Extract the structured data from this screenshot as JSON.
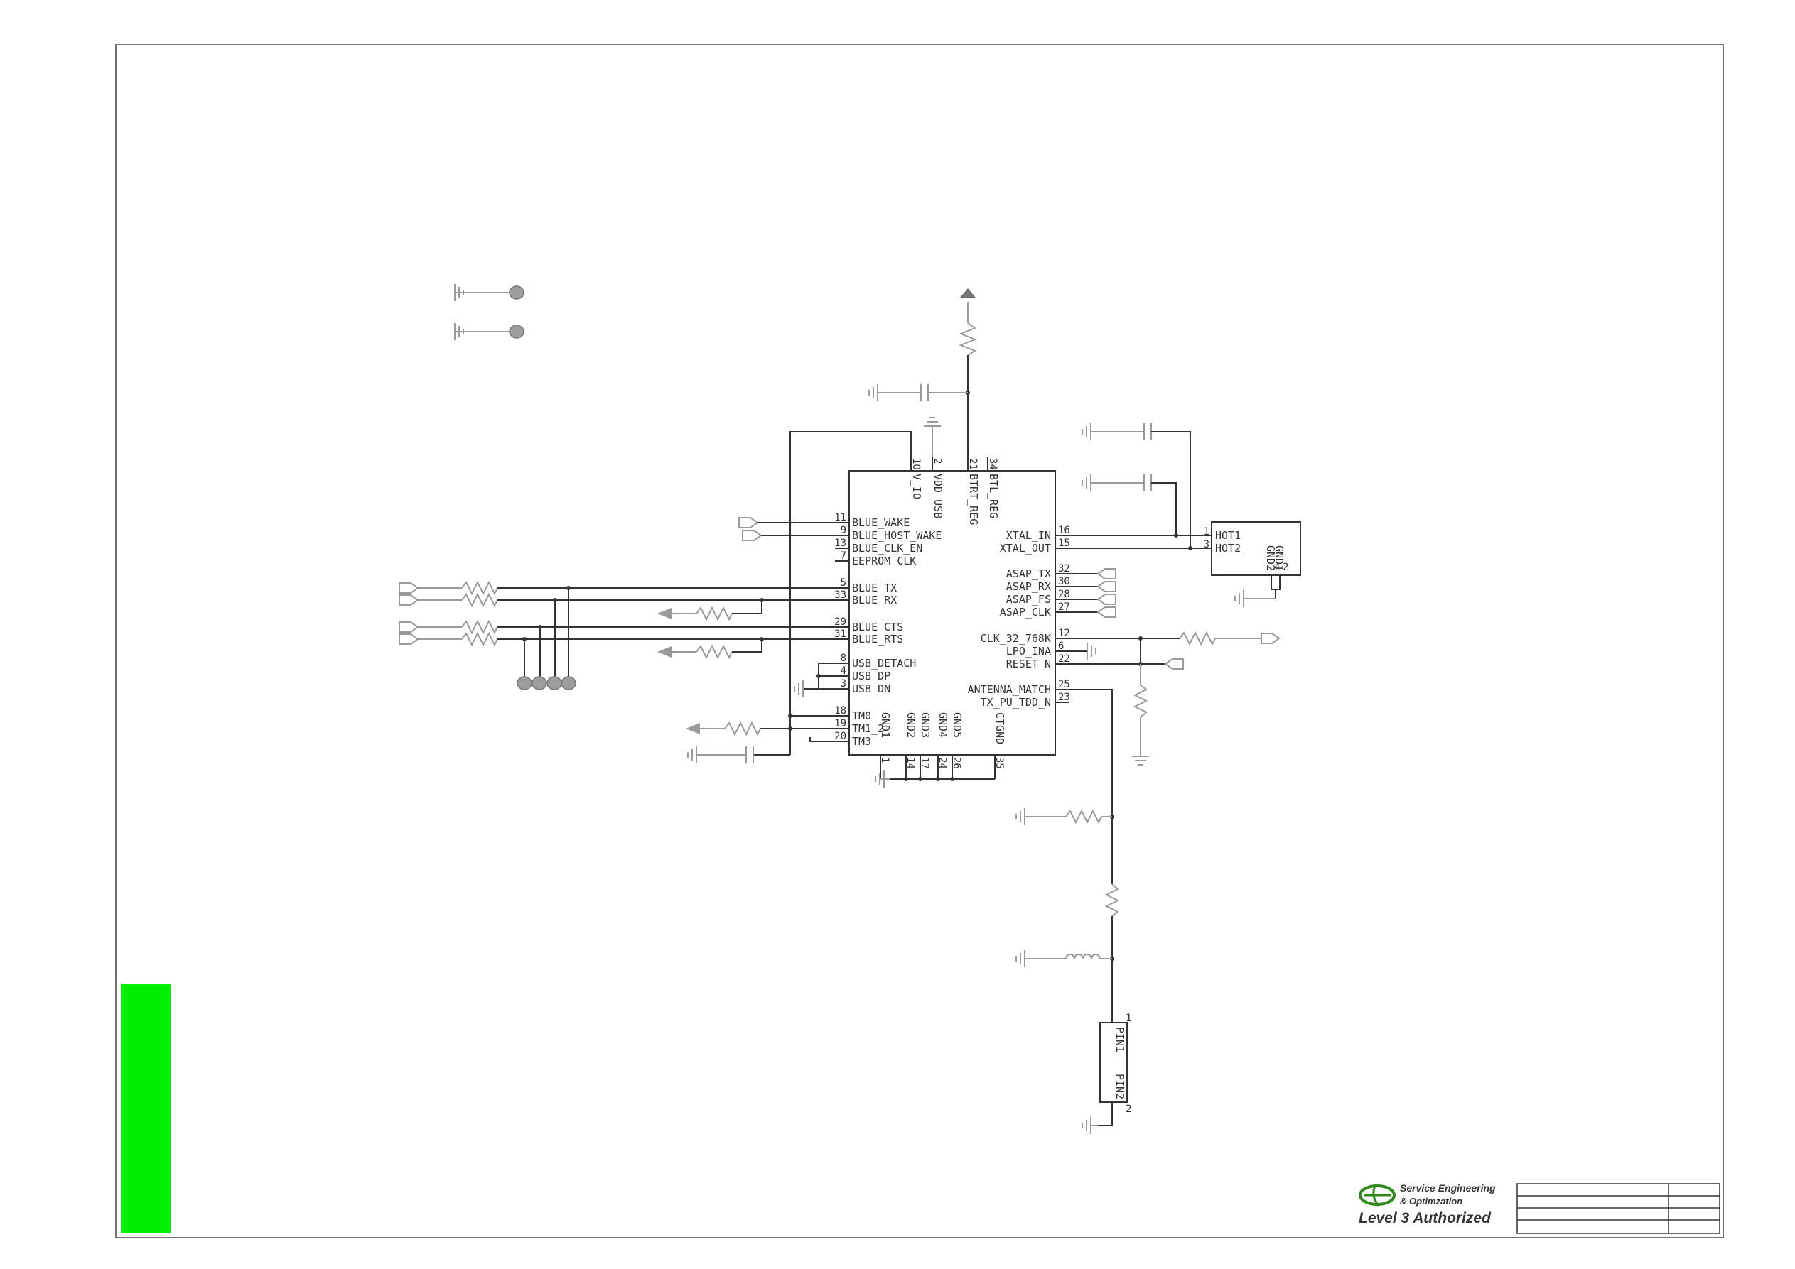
{
  "colors": {
    "ink": "#333333",
    "faint": "#9a9a9a",
    "accent_bar": "#00ee00",
    "brand_green": "#2e8b1a"
  },
  "ic": {
    "top_pins": [
      {
        "num": "10",
        "name": "V_IO"
      },
      {
        "num": "2",
        "name": "VDD_USB"
      },
      {
        "num": "21",
        "name": "BTRT_REG"
      },
      {
        "num": "34",
        "name": "BTL_REG"
      }
    ],
    "left_pins": [
      {
        "num": "11",
        "name": "BLUE_WAKE"
      },
      {
        "num": "9",
        "name": "BLUE_HOST_WAKE"
      },
      {
        "num": "13",
        "name": "BLUE_CLK_EN"
      },
      {
        "num": "7",
        "name": "EEPROM_CLK"
      },
      {
        "num": "5",
        "name": "BLUE_TX"
      },
      {
        "num": "33",
        "name": "BLUE_RX"
      },
      {
        "num": "29",
        "name": "BLUE_CTS"
      },
      {
        "num": "31",
        "name": "BLUE_RTS"
      },
      {
        "num": "8",
        "name": "USB_DETACH"
      },
      {
        "num": "4",
        "name": "USB_DP"
      },
      {
        "num": "3",
        "name": "USB_DN"
      },
      {
        "num": "18",
        "name": "TM0"
      },
      {
        "num": "19",
        "name": "TM1_2"
      },
      {
        "num": "20",
        "name": "TM3"
      }
    ],
    "right_pins": [
      {
        "num": "16",
        "name": "XTAL_IN"
      },
      {
        "num": "15",
        "name": "XTAL_OUT"
      },
      {
        "num": "32",
        "name": "ASAP_TX"
      },
      {
        "num": "30",
        "name": "ASAP_RX"
      },
      {
        "num": "28",
        "name": "ASAP_FS"
      },
      {
        "num": "27",
        "name": "ASAP_CLK"
      },
      {
        "num": "12",
        "name": "CLK_32_768K"
      },
      {
        "num": "6",
        "name": "LPO_INA"
      },
      {
        "num": "22",
        "name": "RESET_N"
      },
      {
        "num": "25",
        "name": "ANTENNA_MATCH"
      },
      {
        "num": "23",
        "name": "TX_PU_TDD_N"
      }
    ],
    "bottom_pins": [
      {
        "num": "1",
        "name": "GND1"
      },
      {
        "num": "14",
        "name": "GND2"
      },
      {
        "num": "17",
        "name": "GND3"
      },
      {
        "num": "24",
        "name": "GND4"
      },
      {
        "num": "26",
        "name": "GND5"
      },
      {
        "num": "35",
        "name": "CTGND"
      }
    ]
  },
  "crystal": {
    "pins": [
      {
        "num": "1",
        "name": "HOT1"
      },
      {
        "num": "3",
        "name": "HOT2"
      }
    ],
    "gnd_pins": [
      {
        "num": "2",
        "name": "GND1"
      },
      {
        "num": "4",
        "name": "GND2"
      }
    ]
  },
  "antenna": {
    "pins": [
      {
        "num": "1",
        "name": "PIN1"
      },
      {
        "num": "2",
        "name": "PIN2"
      }
    ]
  },
  "logo": {
    "line1": "Service Engineering",
    "line2": "& Optimzation",
    "line3": "Level 3 Authorized"
  }
}
